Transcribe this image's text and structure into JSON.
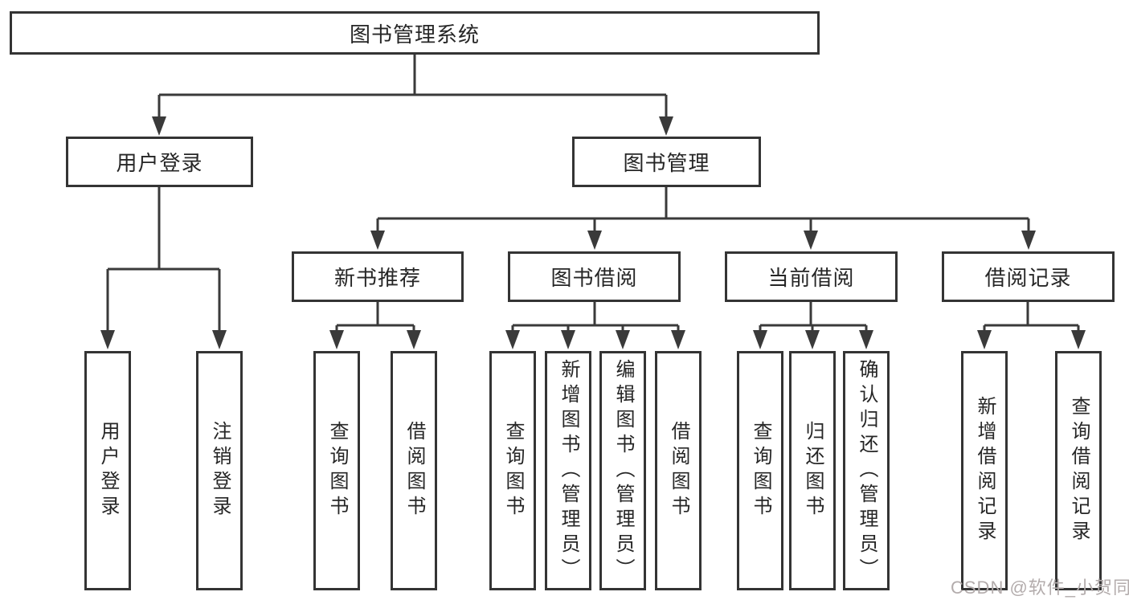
{
  "tree": {
    "label": "图书管理系统",
    "children": [
      {
        "label": "用户登录",
        "children": [
          {
            "label": "用户登录"
          },
          {
            "label": "注销登录"
          }
        ]
      },
      {
        "label": "图书管理",
        "children": [
          {
            "label": "新书推荐",
            "children": [
              {
                "label": "查询图书"
              },
              {
                "label": "借阅图书"
              }
            ]
          },
          {
            "label": "图书借阅",
            "children": [
              {
                "label": "查询图书"
              },
              {
                "label": "新增图书（管理员）"
              },
              {
                "label": "编辑图书（管理员）"
              },
              {
                "label": "借阅图书"
              }
            ]
          },
          {
            "label": "当前借阅",
            "children": [
              {
                "label": "查询图书"
              },
              {
                "label": "归还图书"
              },
              {
                "label": "确认归还（管理员）"
              }
            ]
          },
          {
            "label": "借阅记录",
            "children": [
              {
                "label": "新增借阅记录"
              },
              {
                "label": "查询借阅记录"
              }
            ]
          }
        ]
      }
    ]
  },
  "watermark": "CSDN @软件_小贺同学",
  "colors": {
    "line": "#3a3a3a",
    "box_border": "#343434",
    "box_fill": "#ffffff",
    "text": "#262626",
    "watermark": "#b3acac",
    "background": "#ffffff"
  }
}
